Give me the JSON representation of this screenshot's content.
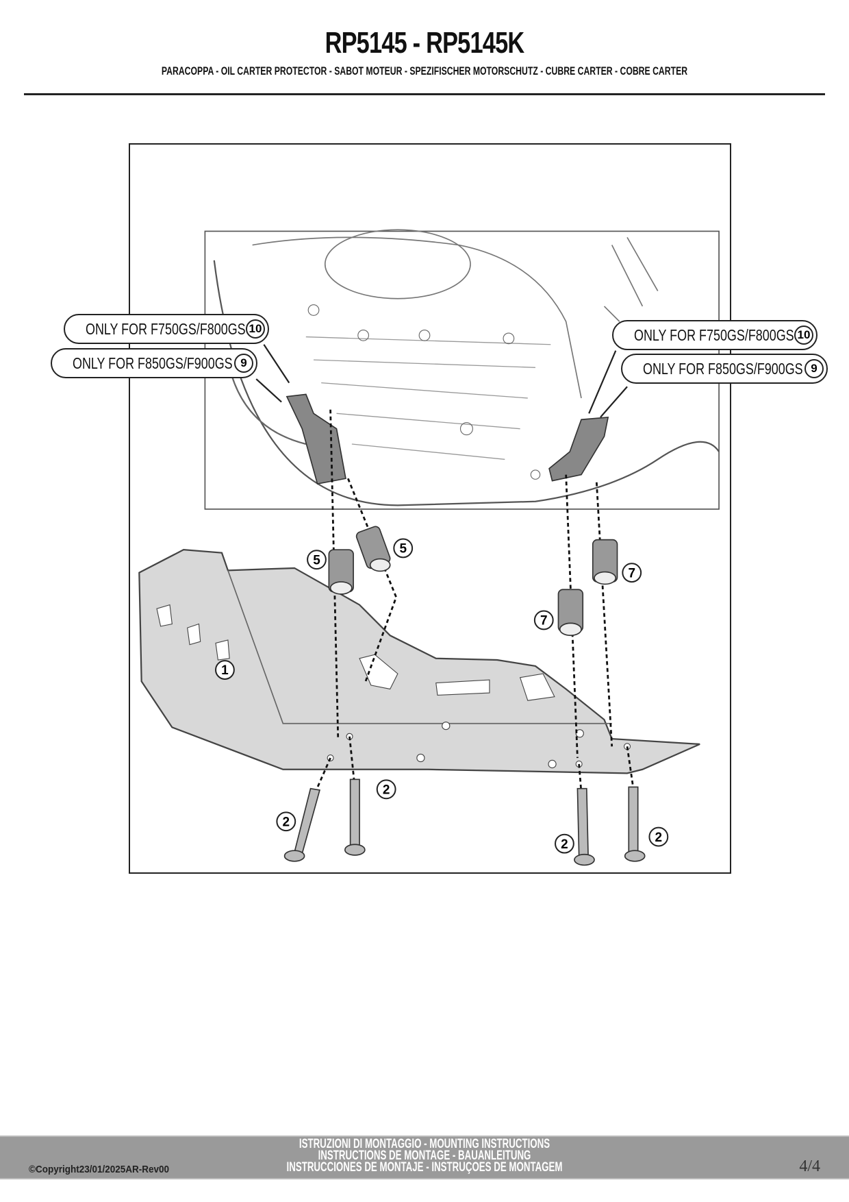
{
  "header": {
    "title": "RP5145 - RP5145K",
    "subtitle": "PARACOPPA  -  OIL CARTER PROTECTOR - SABOT MOTEUR - SPEZIFISCHER MOTORSCHUTZ - CUBRE CARTER - COBRE CARTER"
  },
  "callouts": [
    {
      "text": "ONLY FOR F750GS/F800GS",
      "num": "10"
    },
    {
      "text": "ONLY FOR F850GS/F900GS",
      "num": "9"
    },
    {
      "text": "ONLY FOR F750GS/F800GS",
      "num": "10"
    },
    {
      "text": "ONLY FOR F850GS/F900GS",
      "num": "9"
    }
  ],
  "parts": {
    "p1": "1",
    "p2": "2",
    "p5": "5",
    "p7": "7"
  },
  "footer": {
    "lines": [
      "ISTRUZIONI DI MONTAGGIO  -  MOUNTING INSTRUCTIONS",
      "INSTRUCTIONS DE MONTAGE - BAUANLEITUNG",
      "INSTRUCCIONES DE MONTAJE - INSTRUÇOES DE MONTAGEM"
    ],
    "copyright": "©Copyright23/01/2025AR-Rev00",
    "page": "4/4"
  }
}
